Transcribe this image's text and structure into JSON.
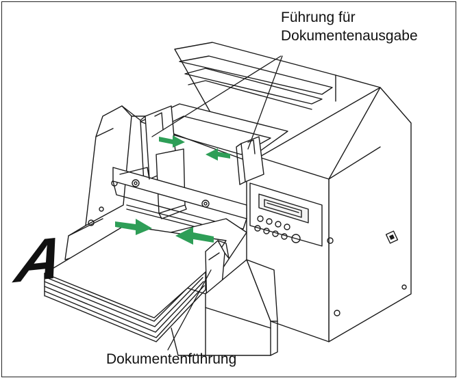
{
  "labels": {
    "output_guide_line1": "Führung für",
    "output_guide_line2": "Dokumentenausgabe",
    "document_guide": "Dokumentenführung",
    "paper_letter": "A"
  },
  "colors": {
    "arrow": "#2e9e57",
    "line": "#1a1a1a",
    "body_fill": "#ffffff",
    "shade": "#e9e9e9"
  }
}
